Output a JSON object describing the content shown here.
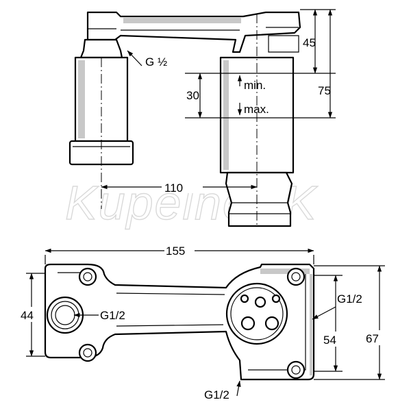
{
  "watermark": "KupelneSK",
  "colors": {
    "line": "#000000",
    "shade": "#c8c8c8",
    "watermark": "#d9d9d9"
  },
  "side_view": {
    "thread_label": "G ½",
    "dim_height_top": "45",
    "dim_height_total": "75",
    "dim_adjust_range": "30",
    "min_label": "min.",
    "max_label": "max.",
    "dim_center_distance": "110"
  },
  "plan_view": {
    "dim_width": "155",
    "dim_left_height": "44",
    "thread_left": "G1/2",
    "thread_right": "G1/2",
    "thread_bottom": "G1/2",
    "dim_right_inner": "54",
    "dim_right_outer": "67"
  }
}
